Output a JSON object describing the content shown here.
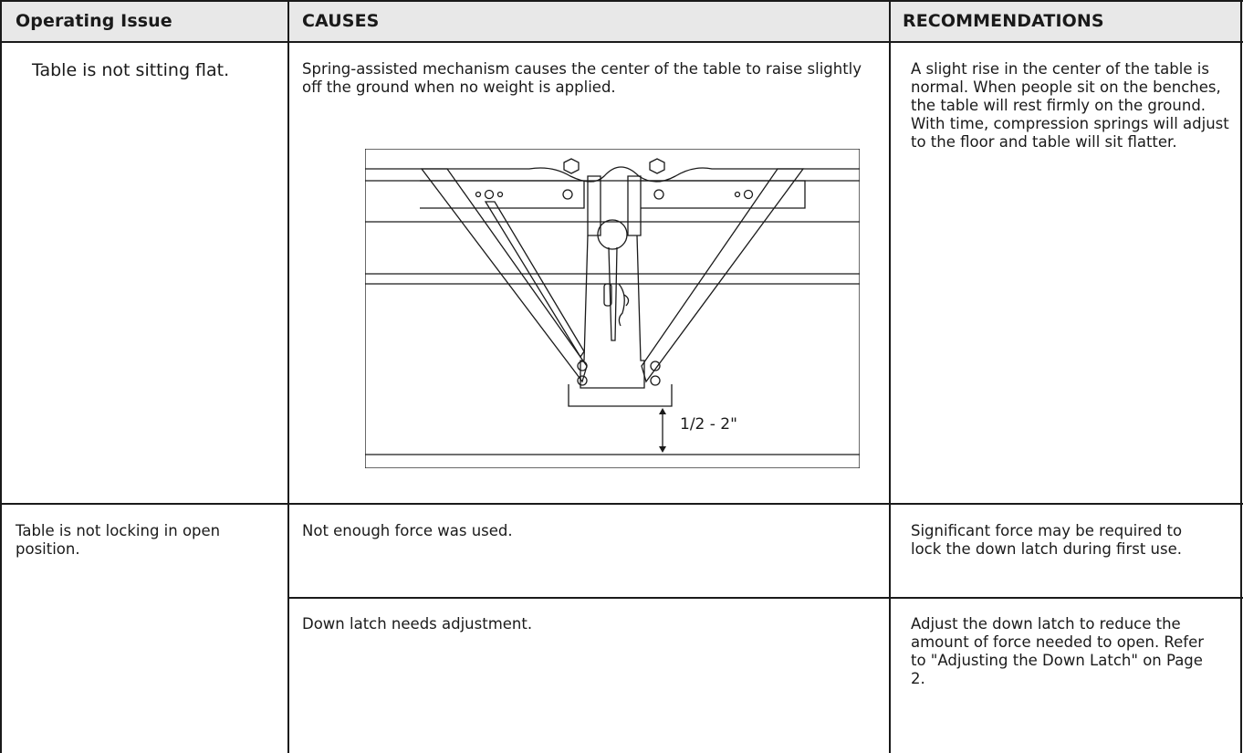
{
  "header": {
    "col1": "Operating Issue",
    "col2": "CAUSES",
    "col3": "RECOMMENDATIONS"
  },
  "rows": [
    {
      "issue": "Table is not sitting flat.",
      "cause": "Spring-assisted mechanism causes the center of the table to raise slightly off the ground when no weight is applied.",
      "recommendation": "A slight rise in the center of the table is normal. When people sit on the benches, the table will rest firmly on the ground. With time, compression springs will adjust to the floor and table will sit flatter.",
      "diagram_label": "1/2 - 2\""
    },
    {
      "issue": "Table is not locking in open position.",
      "causes": [
        {
          "cause": "Not enough force was used.",
          "recommendation": "Significant force may be required to lock the down latch during first use."
        },
        {
          "cause": "Down latch needs adjustment.",
          "recommendation": "Adjust the down latch to reduce the amount of force needed to open. Refer to \"Adjusting the Down Latch\" on Page 2."
        }
      ]
    }
  ]
}
